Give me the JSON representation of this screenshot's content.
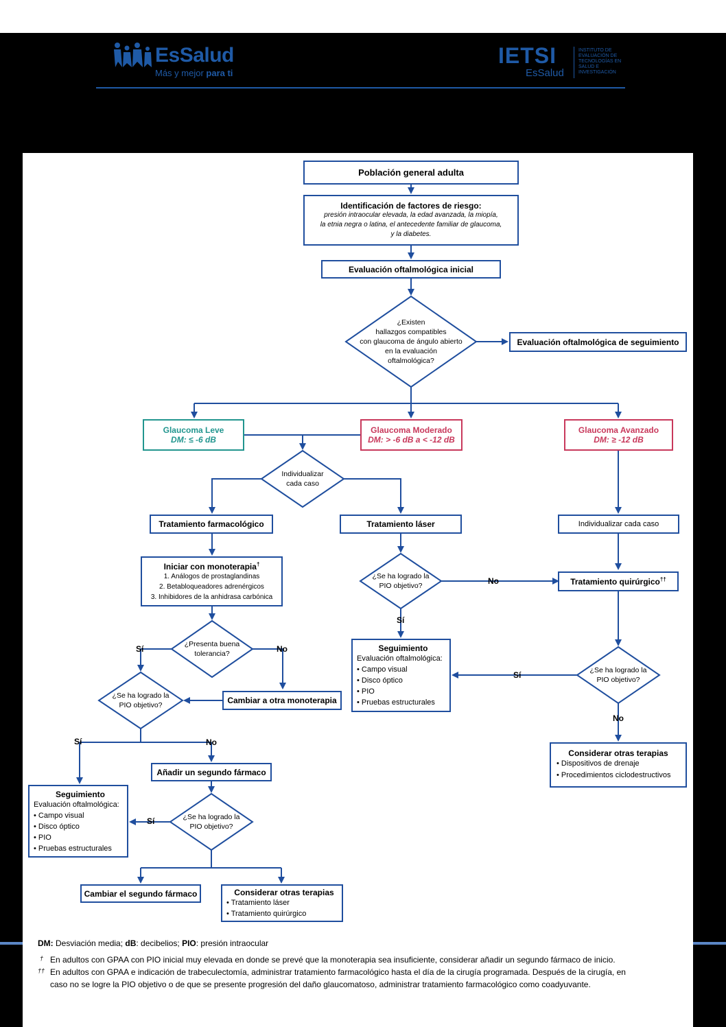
{
  "header": {
    "essalud_logo": {
      "name": "EsSalud",
      "tagline_a": "Más y mejor ",
      "tagline_b": "para ti"
    },
    "ietsi_logo": {
      "name": "IETSI",
      "sub": "EsSalud",
      "institute": "INSTITUTO DE EVALUACIÓN DE TECNOLOGÍAS EN SALUD E INVESTIGACIÓN"
    },
    "colors": {
      "brand": "#1f5aa6",
      "node_border": "#1f4e9e",
      "leve": "#21958e",
      "moderado_avanzado": "#c8385b"
    }
  },
  "nodes": {
    "poblacion": "Población general adulta",
    "riesgo_title": "Identificación de factores de riesgo:",
    "riesgo_lines": [
      "presión intraocular elevada, la edad avanzada, la miopía,",
      "la etnia negra o latina, el antecedente familiar de glaucoma,",
      "y la diabetes."
    ],
    "eval_inicial": "Evaluación oftalmológica inicial",
    "decision_hallazgos": [
      "¿Existen",
      "hallazgos compatibles",
      "con glaucoma de ángulo abierto",
      "en la evaluación",
      "oftalmológica?"
    ],
    "eval_seguimiento": "Evaluación oftalmológica de seguimiento",
    "leve": {
      "title": "Glaucoma Leve",
      "dm": "DM: ≤ -6 dB"
    },
    "moderado": {
      "title": "Glaucoma Moderado",
      "dm": "DM: > -6 dB a < -12 dB"
    },
    "avanzado": {
      "title": "Glaucoma Avanzado",
      "dm": "DM: ≥ -12 dB"
    },
    "individualizar_diamond": [
      "Individualizar",
      "cada caso"
    ],
    "trat_farmacologico": "Tratamiento farmacológico",
    "trat_laser": "Tratamiento láser",
    "individualizar_box": "Individualizar cada caso",
    "monoterapia_title": "Iniciar con monoterapia",
    "monoterapia_mark": "†",
    "monoterapia_items": [
      "1. Análogos de prostaglandinas",
      "2. Betabloqueadores adrenérgicos",
      "3. Inhibidores de la anhidrasa carbónica"
    ],
    "decision_tolerancia": [
      "¿Presenta buena",
      "tolerancia?"
    ],
    "decision_pio_1": [
      "¿Se ha logrado la",
      "PIO objetivo?"
    ],
    "cambiar_monoterapia": "Cambiar a otra monoterapia",
    "decision_pio_laser": [
      "¿Se ha logrado la",
      "PIO objetivo?"
    ],
    "quirurgico": "Tratamiento quirúrgico",
    "quirurgico_mark": "††",
    "seguimiento_mid": {
      "title": "Seguimiento",
      "subtitle": "Evaluación oftalmológica:",
      "items": [
        "• Campo visual",
        "• Disco óptico",
        "• PIO",
        "• Pruebas estructurales"
      ]
    },
    "decision_pio_quir": [
      "¿Se ha logrado la",
      "PIO objetivo?"
    ],
    "otras_terapias_right": {
      "title": "Considerar otras terapias",
      "items": [
        "• Dispositivos de drenaje",
        "• Procedimientos ciclodestructivos"
      ]
    },
    "segundo_farmaco": "Añadir un segundo fármaco",
    "seguimiento_left": {
      "title": "Seguimiento",
      "subtitle": "Evaluación oftalmológica:",
      "items": [
        "• Campo visual",
        "• Disco óptico",
        "• PIO",
        "• Pruebas estructurales"
      ]
    },
    "decision_pio_2": [
      "¿Se ha logrado la",
      "PIO objetivo?"
    ],
    "cambiar_segundo": "Cambiar el segundo fármaco",
    "otras_terapias_left": {
      "title": "Considerar otras terapias",
      "items": [
        "• Tratamiento láser",
        "• Tratamiento quirúrgico"
      ]
    }
  },
  "edge_labels": {
    "si": "Sí",
    "no": "No"
  },
  "footnotes": {
    "abbr_dm": "DM:",
    "abbr_dm_text": " Desviación media; ",
    "abbr_db": "dB",
    "abbr_db_text": ": decibelios; ",
    "abbr_pio": "PIO",
    "abbr_pio_text": ": presión intraocular",
    "dagger1": "†",
    "note1": "En adultos con GPAA con PIO inicial muy elevada en donde se prevé que la monoterapia sea insuficiente, considerar añadir un segundo fármaco de inicio.",
    "dagger2": "††",
    "note2a": "En adultos con GPAA e indicación de trabeculectomía, administrar tratamiento farmacológico hasta el día de la cirugía programada. Después de la cirugía, en",
    "note2b": "caso no se logre la PIO objetivo o de que se presente progresión del daño glaucomatoso, administrar tratamiento farmacológico como coadyuvante."
  }
}
